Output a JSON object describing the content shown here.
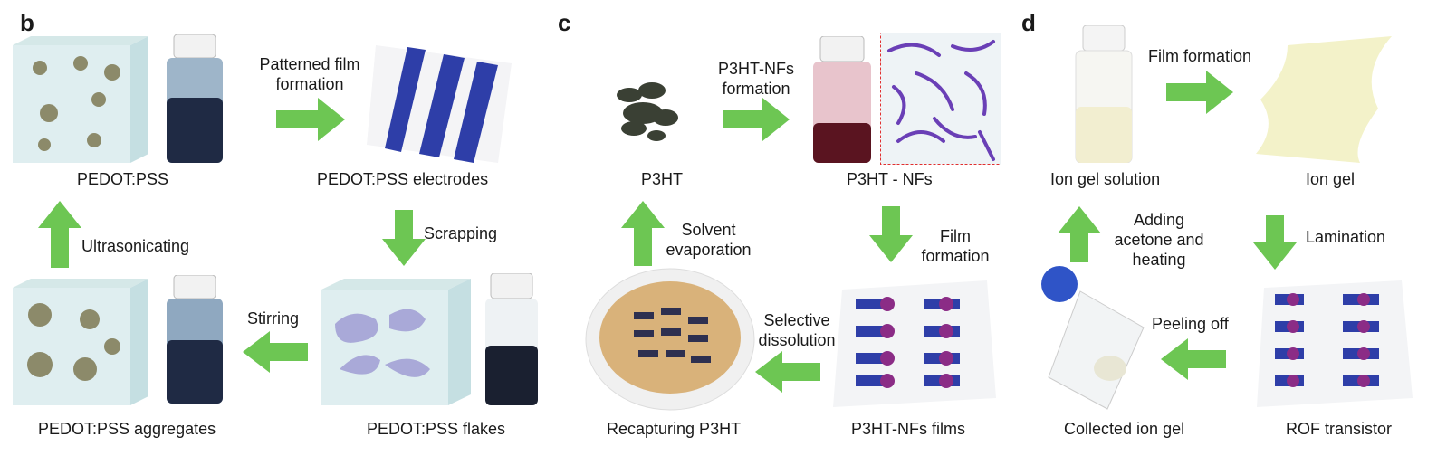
{
  "panels": [
    {
      "letter": "b",
      "items": {
        "pedot_pss": "PEDOT:PSS",
        "electrodes": "PEDOT:PSS electrodes",
        "flakes": "PEDOT:PSS flakes",
        "aggregates": "PEDOT:PSS aggregates"
      },
      "steps": {
        "patterned_line1": "Patterned film",
        "patterned_line2": "formation",
        "scrapping": "Scrapping",
        "stirring": "Stirring",
        "ultrasonicating": "Ultrasonicating"
      }
    },
    {
      "letter": "c",
      "items": {
        "p3ht": "P3HT",
        "p3ht_nfs": "P3HT - NFs",
        "p3ht_nfs_films": "P3HT-NFs films",
        "recapturing": "Recapturing P3HT"
      },
      "steps": {
        "nf_formation_line1": "P3HT-NFs",
        "nf_formation_line2": "formation",
        "film_formation_line1": "Film",
        "film_formation_line2": "formation",
        "selective_line1": "Selective",
        "selective_line2": "dissolution",
        "solvent_line1": "Solvent",
        "solvent_line2": "evaporation"
      }
    },
    {
      "letter": "d",
      "items": {
        "ion_gel_solution": "Ion gel solution",
        "ion_gel": "Ion gel",
        "rof_transistor": "ROF transistor",
        "collected_ion_gel": "Collected ion gel"
      },
      "steps": {
        "film_formation": "Film formation",
        "lamination": "Lamination",
        "peeling_off": "Peeling off",
        "adding_line1": "Adding",
        "adding_line2": "acetone and",
        "adding_line3": "heating"
      }
    }
  ],
  "colors": {
    "arrow_green": "#6dc653",
    "electrode_blue": "#2e3ea8",
    "fiber_purple": "#6a3fb6",
    "vial_dark": "#1f2a44",
    "pink_solution": "#c9607a",
    "ion_gel_cream": "#f3f2c9"
  }
}
